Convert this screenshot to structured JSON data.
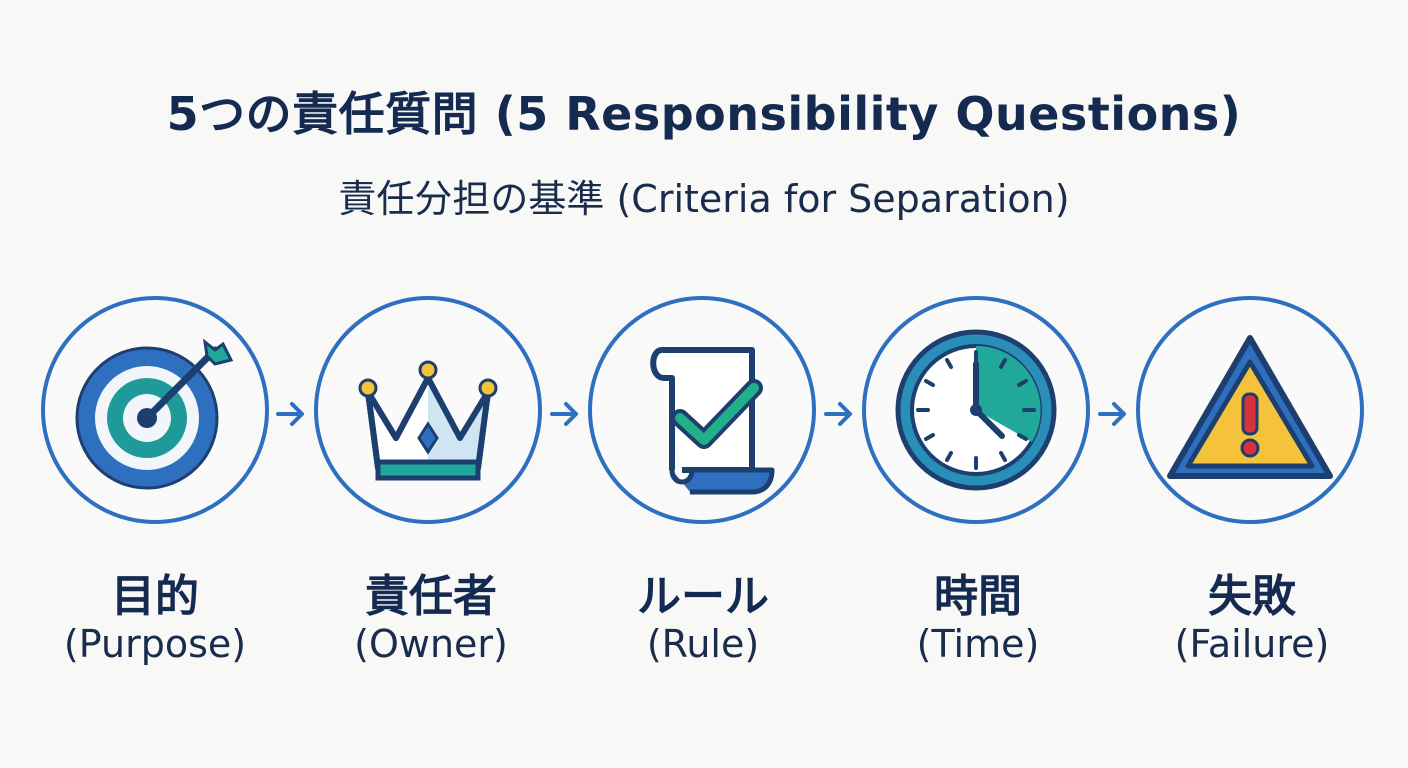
{
  "title": "5つの責任質問 (5 Responsibility Questions)",
  "subtitle": "責任分担の基準 (Criteria for Separation)",
  "steps": [
    {
      "label_jp": "目的",
      "label_en": "(Purpose)",
      "icon": "target-icon"
    },
    {
      "label_jp": "責任者",
      "label_en": "(Owner)",
      "icon": "crown-icon"
    },
    {
      "label_jp": "ルール",
      "label_en": "(Rule)",
      "icon": "checklist-scroll-icon"
    },
    {
      "label_jp": "時間",
      "label_en": "(Time)",
      "icon": "clock-icon"
    },
    {
      "label_jp": "失敗",
      "label_en": "(Failure)",
      "icon": "warning-icon"
    }
  ],
  "colors": {
    "circle_border": "#2f6fc0",
    "navy": "#142a50",
    "teal": "#20a89a",
    "blue": "#2f6fc0",
    "warning_yellow": "#f5c33b",
    "warning_red": "#d9323a"
  }
}
